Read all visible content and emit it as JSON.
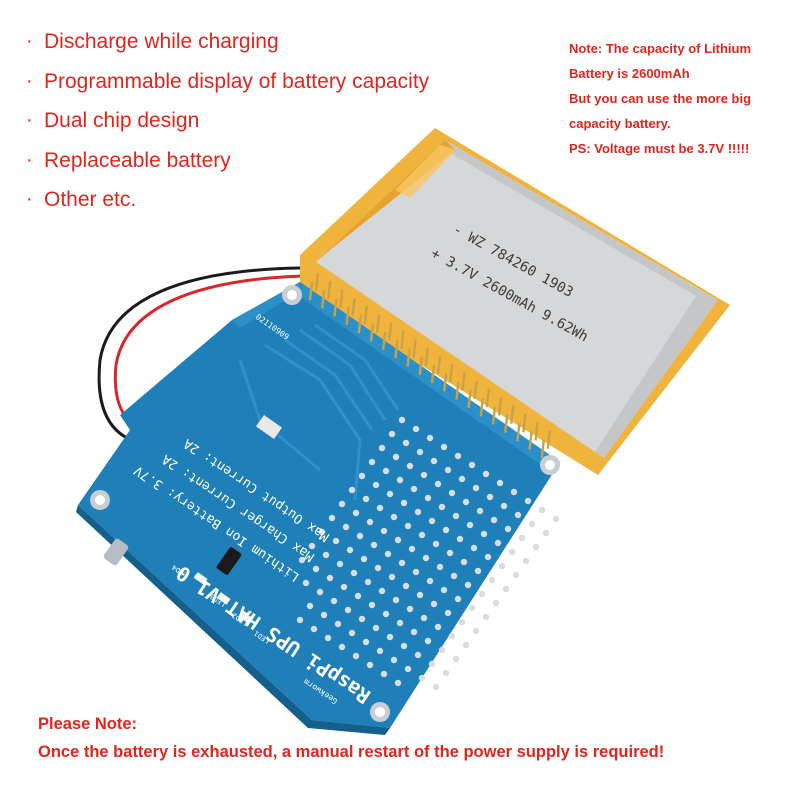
{
  "features": [
    {
      "bullet": "·",
      "text": "Discharge while charging"
    },
    {
      "bullet": "·",
      "text": "Programmable display of battery capacity"
    },
    {
      "bullet": "·",
      "text": "Dual chip design"
    },
    {
      "bullet": "·",
      "text": "Replaceable battery"
    },
    {
      "bullet": "·",
      "text": "Other etc."
    }
  ],
  "note_right": {
    "line1": "Note: The capacity of Lithium",
    "line2": "Battery is 2600mAh",
    "line3": "But you can use the more big",
    "line4": "capacity battery.",
    "line5": "PS:  Voltage must be 3.7V !!!!!"
  },
  "bottom_note": {
    "line1": "Please Note:",
    "line2": "Once the battery is exhausted, a manual restart of the power supply is required!"
  },
  "battery_label": {
    "line1": "- WZ 784260 1903",
    "line2": "+ 3.7V 2600mAh 9.62Wh"
  },
  "board_silkscreen": {
    "title": "RaspPi UPS HAT V1.0",
    "line1": "Lithium Ion Battery: 3.7V",
    "line2": "Max Charger Current: 2A",
    "line3": "Max Output Current: 2A",
    "serial": "02110909",
    "brand": "Geekworm",
    "led1": "LED1",
    "led2": "LED2",
    "led3": "LED3",
    "led4": "LED4"
  },
  "colors": {
    "text_red": "#e3231c",
    "board_blue": "#1f7fb8",
    "battery_silver": "#d9dadc",
    "tape_orange": "#f2b43a"
  }
}
